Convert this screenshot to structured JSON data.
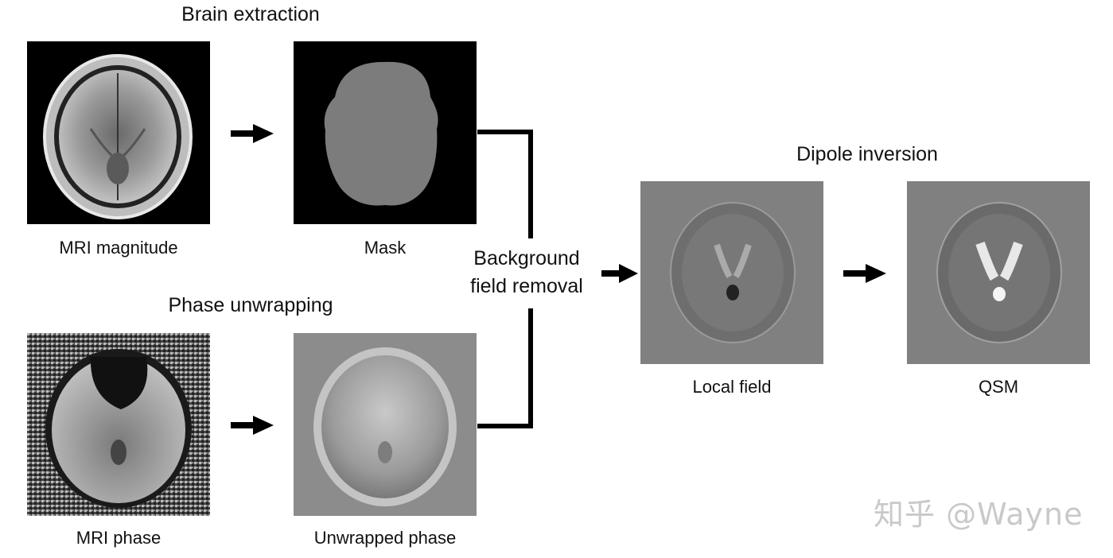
{
  "sections": {
    "brain_extraction": "Brain extraction",
    "phase_unwrapping": "Phase unwrapping",
    "dipole_inversion": "Dipole inversion"
  },
  "panels": {
    "mri_magnitude": "MRI magnitude",
    "mask": "Mask",
    "mri_phase": "MRI phase",
    "unwrapped_phase": "Unwrapped phase",
    "local_field": "Local field",
    "qsm": "QSM"
  },
  "background_field_removal": {
    "line1": "Background",
    "line2": "field removal"
  },
  "watermark": "知乎 @Wayne"
}
